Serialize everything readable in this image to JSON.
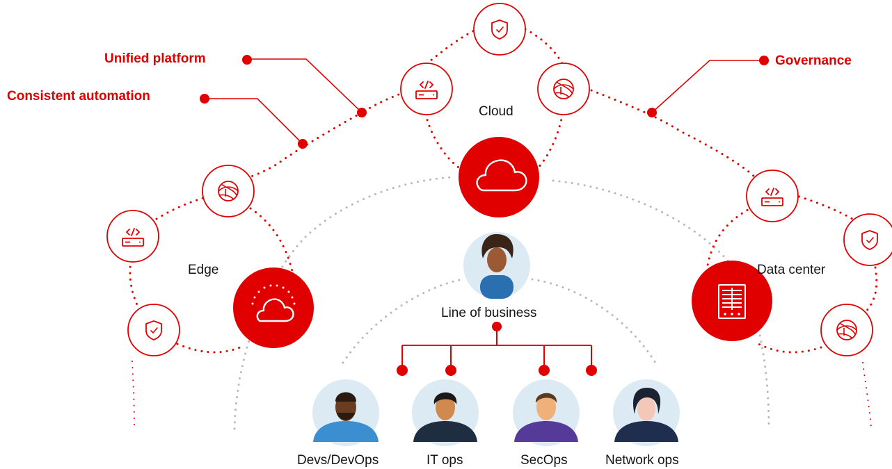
{
  "colors": {
    "accent": "#e00000",
    "grey_dots": "#b8b8b8",
    "text": "#151515",
    "avatar_bg": "#dceaf4"
  },
  "callouts": {
    "unified_platform": "Unified platform",
    "consistent_automation": "Consistent automation",
    "governance": "Governance"
  },
  "nodes": {
    "cloud": "Cloud",
    "edge": "Edge",
    "data_center": "Data center",
    "line_of_business": "Line of business"
  },
  "roles": [
    "Devs/DevOps",
    "IT ops",
    "SecOps",
    "Network ops"
  ],
  "icons": {
    "cloud_top": "shield-icon",
    "cloud_left": "code-server-icon",
    "cloud_right": "globe-icon",
    "edge_top": "globe-icon",
    "edge_left": "code-server-icon",
    "edge_bottom": "shield-icon",
    "dc_left": "code-server-icon",
    "dc_right": "shield-icon",
    "dc_bottom": "globe-icon",
    "cloud_hub": "cloud-icon",
    "edge_hub": "edge-cloud-icon",
    "dc_hub": "server-rack-icon"
  }
}
